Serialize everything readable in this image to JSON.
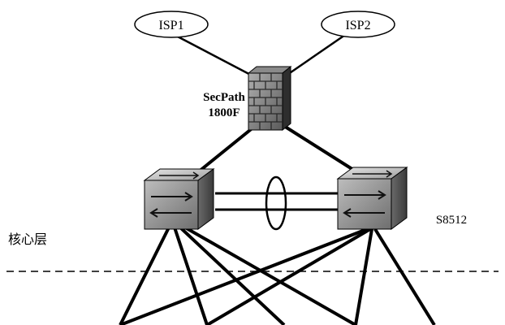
{
  "nodes": {
    "isp1": "ISP1",
    "isp2": "ISP2",
    "firewall_line1": "SecPath",
    "firewall_line2": "1800F",
    "switch_right": "S8512"
  },
  "layers": {
    "core": "核心层"
  },
  "icons": {
    "firewall": "firewall-icon",
    "switch": "core-switch-icon",
    "link_aggregation": "link-aggregation-ellipse"
  }
}
